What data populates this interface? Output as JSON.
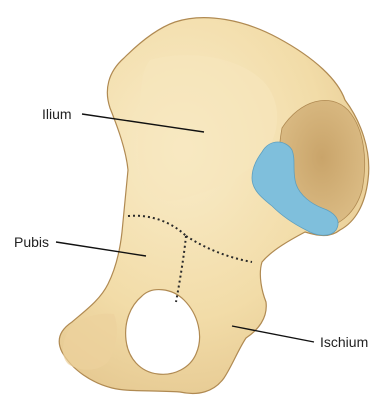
{
  "labels": {
    "ilium": "Ilium",
    "pubis": "Pubis",
    "ischium": "Ischium"
  },
  "colors": {
    "background": "#ffffff",
    "bone": "#f2dca8",
    "bone_light": "#f7e8c2",
    "bone_shadow": "#e2c48a",
    "outline": "#b08a52",
    "acetabulum_fossa": "#d2b27a",
    "articular_surface": "#7fbfdc",
    "suture_line": "#2a2a2a",
    "leader_line": "#111111",
    "text": "#222222"
  }
}
